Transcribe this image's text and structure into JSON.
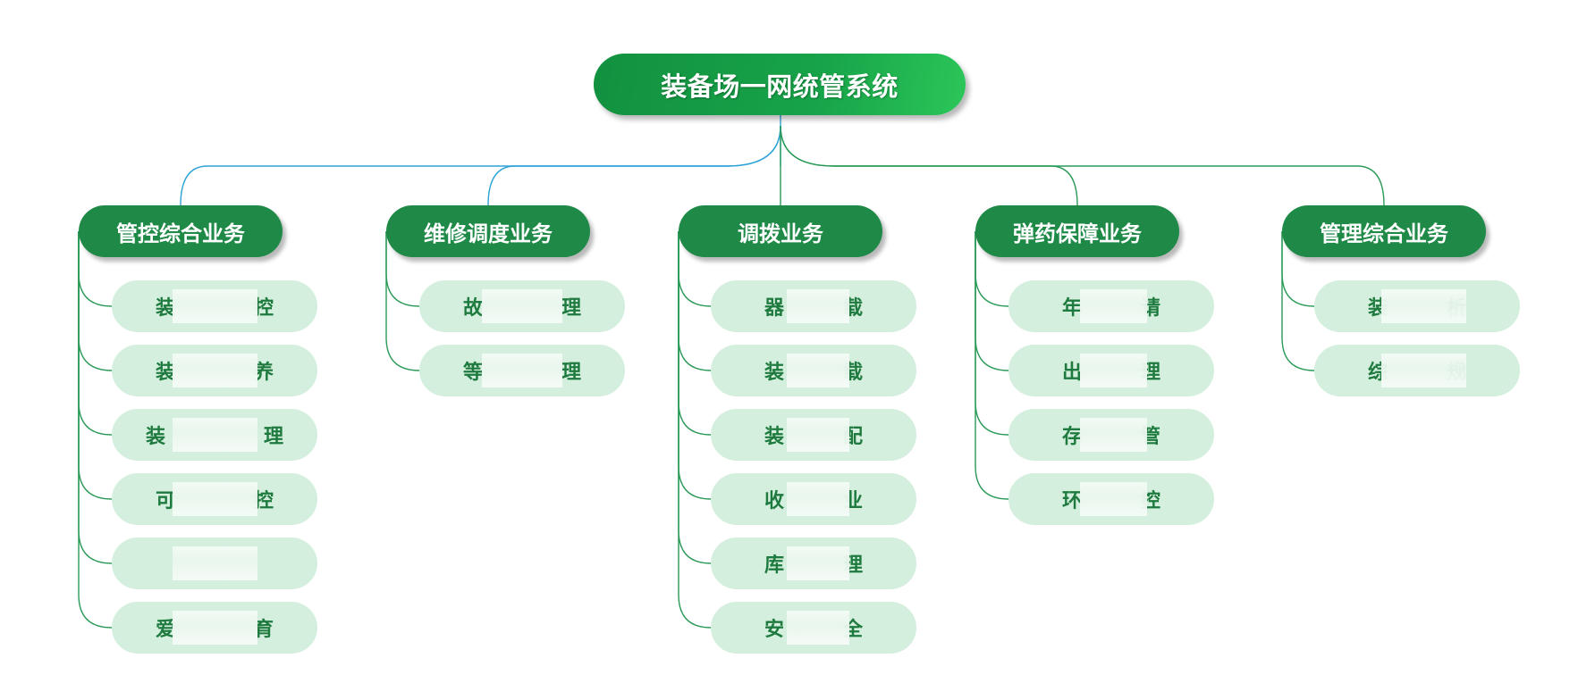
{
  "root": {
    "title": "装备场一网统管系统"
  },
  "colors": {
    "root": "#17a349",
    "branch": "#1f8a47",
    "leaf_bg": "#d4efdd",
    "leaf_text": "#1e7a3e",
    "line_blue": "#2ea3d6",
    "line_green": "#2b9a58"
  },
  "branches": [
    {
      "label": "管控综合业务",
      "items": [
        {
          "label": "装　　　　控"
        },
        {
          "label": "装　　　　养"
        },
        {
          "label": "装　　　　　理"
        },
        {
          "label": "可　　　　控"
        },
        {
          "label": ""
        },
        {
          "label": "爱　　　　育"
        }
      ]
    },
    {
      "label": "维修调度业务",
      "items": [
        {
          "label": "故　　　　理"
        },
        {
          "label": "等　　　　理"
        }
      ]
    },
    {
      "label": "调拨业务",
      "items": [
        {
          "label": "器　　　载"
        },
        {
          "label": "装　　　载"
        },
        {
          "label": "装　　　配"
        },
        {
          "label": "收　　　业"
        },
        {
          "label": "库　　　理"
        },
        {
          "label": "安　　　全"
        }
      ]
    },
    {
      "label": "弹药保障业务",
      "items": [
        {
          "label": "年　　　请"
        },
        {
          "label": "出　　　理"
        },
        {
          "label": "存　　　管"
        },
        {
          "label": "环　　　控"
        }
      ]
    },
    {
      "label": "管理综合业务",
      "items": [
        {
          "label": "装　　　析"
        },
        {
          "label": "综　　　规"
        }
      ]
    }
  ]
}
